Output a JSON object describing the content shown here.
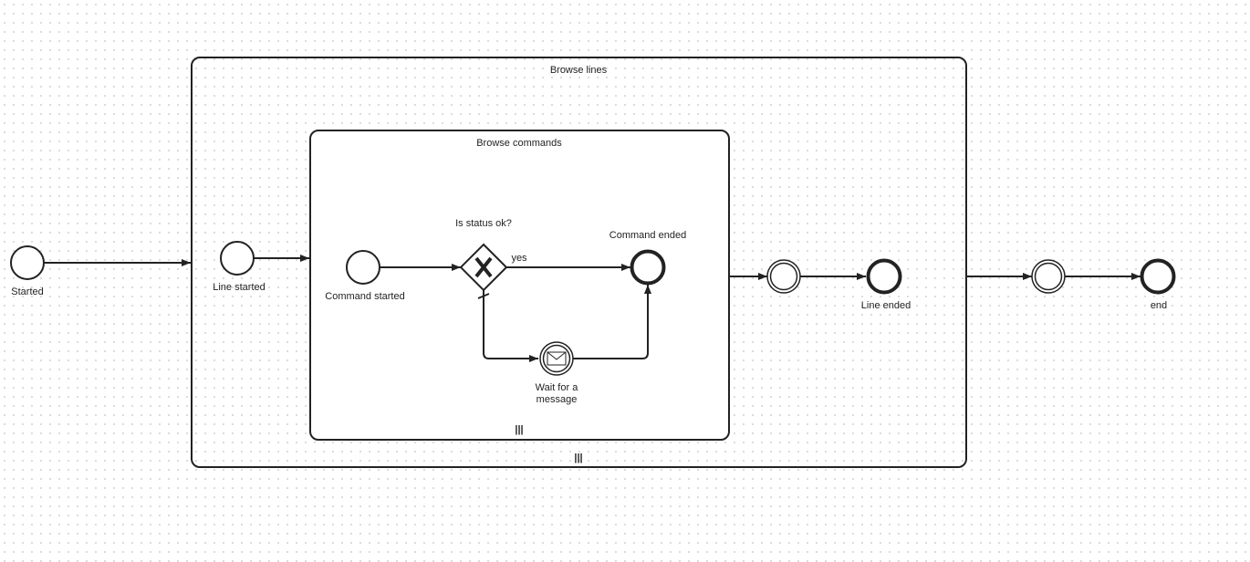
{
  "diagram": {
    "outer_subprocess": {
      "label": "Browse lines",
      "marker": "|||"
    },
    "inner_subprocess": {
      "label": "Browse commands",
      "marker": "|||"
    },
    "events": {
      "started": "Started",
      "line_started": "Line started",
      "command_started": "Command started",
      "command_ended": "Command ended",
      "wait_message_line1": "Wait for a",
      "wait_message_line2": "message",
      "line_ended": "Line ended",
      "end": "end"
    },
    "gateway": {
      "question": "Is status ok?",
      "symbol": "X"
    },
    "flows": {
      "yes_label": "yes"
    }
  }
}
